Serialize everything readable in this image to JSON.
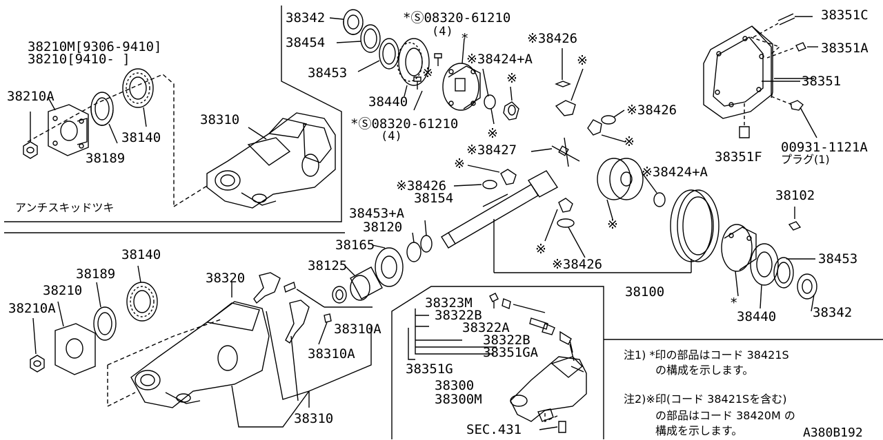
{
  "diagram": {
    "reference": "A380B192",
    "inset_top_left": {
      "title_line1": "38210M[9306-9410]",
      "title_line2": "38210[9410-    ]",
      "caption": "アンチスキッドツキ",
      "parts": [
        "38210A",
        "38189",
        "38140",
        "38310"
      ]
    },
    "top_parts": {
      "p38342": "38342",
      "p38454": "38454",
      "p38453": "38453",
      "p38440": "38440",
      "bolt_top": "*Ⓢ08320-61210",
      "bolt_top_qty": "(4)",
      "star": "*",
      "bolt_bottom": "*Ⓢ08320-61210",
      "bolt_bottom_qty": "(4)",
      "p38424A_top": "※38424+A",
      "p38426_a": "※38426",
      "p38426_b": "※38426",
      "p38427": "※38427",
      "p38426_c": "※38426",
      "p38424A_right": "※38424+A",
      "p38426_d": "※38426",
      "mark_a": "※",
      "mark_b": "※",
      "mark_c": "※",
      "mark_d": "※",
      "mark_e": "※",
      "mark_f": "※",
      "mark_g": "※",
      "mark_h": "※"
    },
    "cover_parts": {
      "p38351C": "38351C",
      "p38351A": "38351A",
      "p38351": "38351",
      "p38351F": "38351F",
      "plug_code": "00931-1121A",
      "plug_label": "プラグ(1)"
    },
    "pinion_parts": {
      "p38154": "38154",
      "p38453A": "38453+A",
      "p38120": "38120",
      "p38165": "38165",
      "p38125": "38125",
      "p38100": "38100",
      "p38102": "38102",
      "p38453_r": "38453",
      "p38440_r": "38440",
      "p38342_r": "38342",
      "star_r": "*"
    },
    "bottom_left_parts": {
      "p38140": "38140",
      "p38189": "38189",
      "p38210": "38210",
      "p38210A": "38210A",
      "p38320": "38320",
      "p38310A_1": "38310A",
      "p38310A_2": "38310A",
      "p38310": "38310"
    },
    "mount_parts": {
      "p38323M": "38323M",
      "p38322B_1": "38322B",
      "p38322A": "38322A",
      "p38322B_2": "38322B",
      "p38351GA": "38351GA",
      "p38351G": "38351G",
      "p38300": "38300",
      "p38300M": "38300M",
      "sec": "SEC.431"
    },
    "notes": {
      "n1_line1": "注1) *印の部品はコード 38421S",
      "n1_line2": "の構成を示します。",
      "n2_line1": "注2)※印(コード 38421Sを含む)",
      "n2_line2": "の部品はコード 38420M の",
      "n2_line3": "構成を示します。"
    }
  }
}
